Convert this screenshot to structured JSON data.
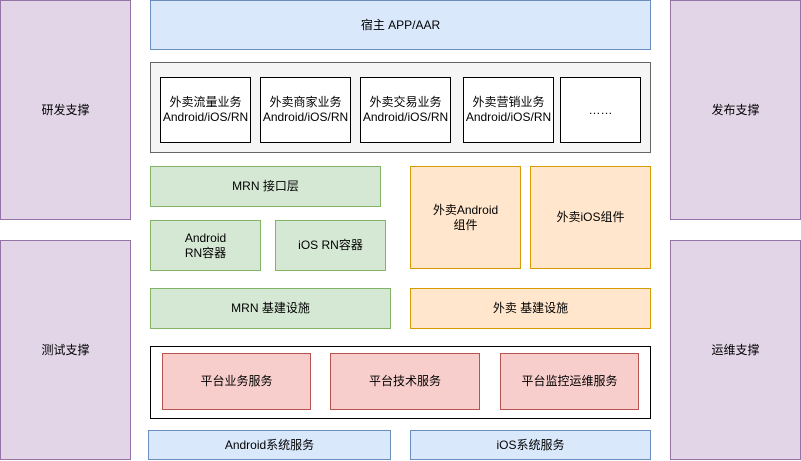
{
  "side": {
    "rd_support": "研发支撑",
    "test_support": "测试支撑",
    "release_support": "发布支撑",
    "ops_support": "运维支撑"
  },
  "host_app": "宿主 APP/AAR",
  "business": [
    "外卖流量业务\nAndroid/iOS/RN",
    "外卖商家业务\nAndroid/iOS/RN",
    "外卖交易业务\nAndroid/iOS/RN",
    "外卖营销业务\nAndroid/iOS/RN",
    "……"
  ],
  "mrn_interface": "MRN 接口层",
  "android_rn_container": "Android\nRN容器",
  "ios_rn_container": "iOS RN容器",
  "waimai_android_component": "外卖Android\n组件",
  "waimai_ios_component": "外卖iOS组件",
  "mrn_infra": "MRN 基建设施",
  "waimai_infra": "外卖 基建设施",
  "platform": {
    "business_service": "平台业务服务",
    "tech_service": "平台技术服务",
    "monitor_ops_service": "平台监控运维服务"
  },
  "android_system_service": "Android系统服务",
  "ios_system_service": "iOS系统服务"
}
